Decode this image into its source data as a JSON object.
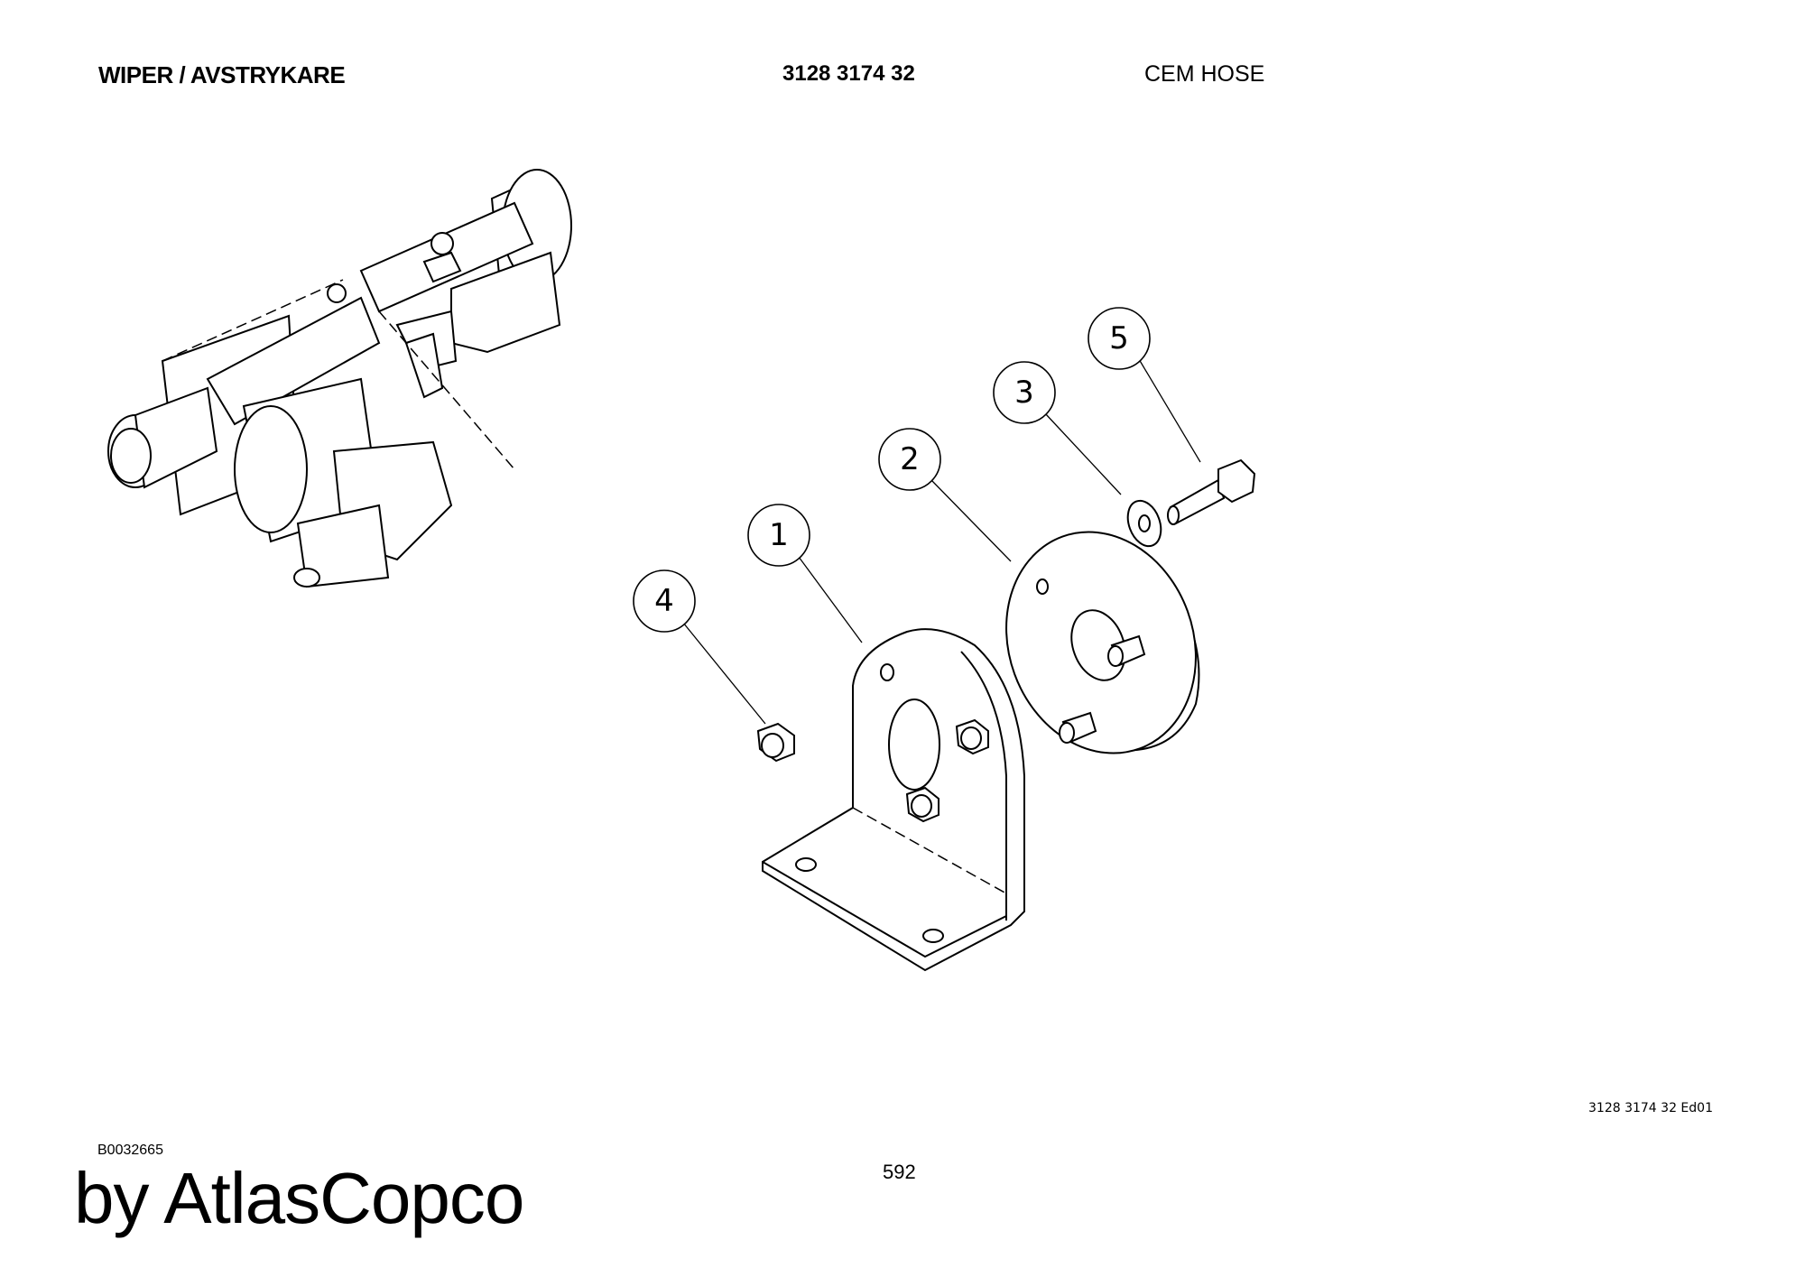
{
  "header": {
    "title": "WIPER / AVSTRYKARE",
    "part_number": "3128 3174 32",
    "section": "CEM HOSE"
  },
  "footer": {
    "edition": "3128 3174 32 Ed01",
    "drawing_id": "B0032665",
    "page_number": "592",
    "brand": "by AtlasCopco"
  },
  "callouts": [
    {
      "number": "1",
      "part": "bracket"
    },
    {
      "number": "2",
      "part": "disc"
    },
    {
      "number": "3",
      "part": "washer"
    },
    {
      "number": "4",
      "part": "nut"
    },
    {
      "number": "5",
      "part": "bolt"
    }
  ]
}
